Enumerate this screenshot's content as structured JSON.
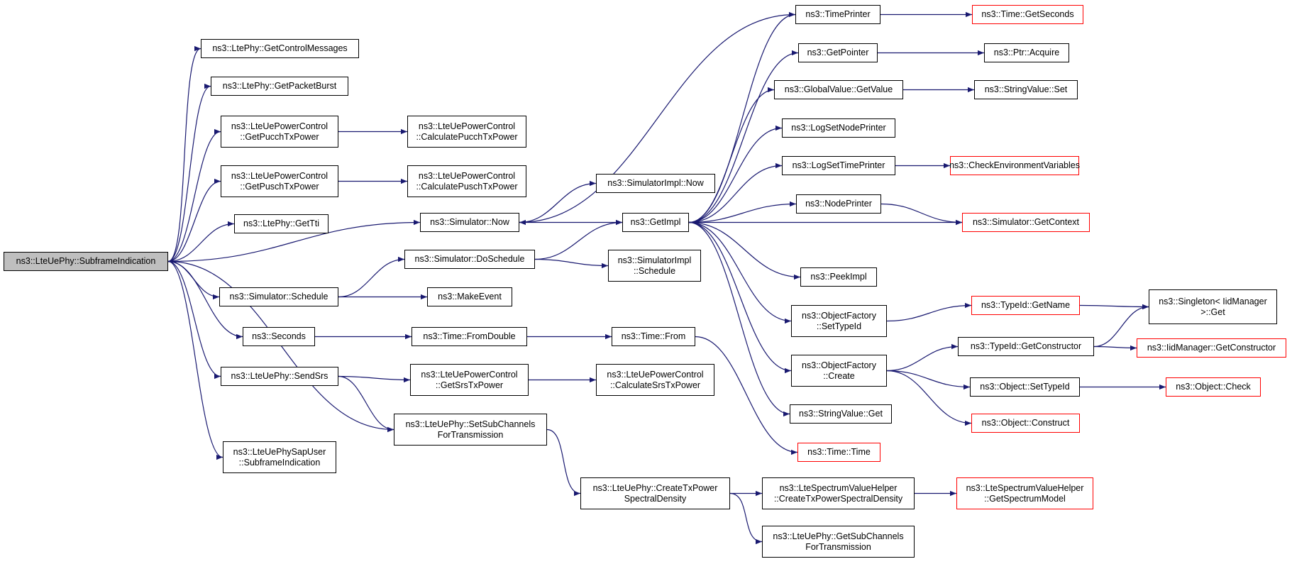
{
  "colors": {
    "edge": "#191970",
    "border": "#000000",
    "truncated_border": "#ff0000",
    "root_fill": "#bfbfbf"
  },
  "nodes": [
    {
      "id": "root",
      "lines": [
        "ns3::LteUePhy::SubframeIndication"
      ],
      "root": true
    },
    {
      "id": "getcontrolmessages",
      "lines": [
        "ns3::LtePhy::GetControlMessages"
      ]
    },
    {
      "id": "getpacketburst",
      "lines": [
        "ns3::LtePhy::GetPacketBurst"
      ]
    },
    {
      "id": "getpucchtxpower",
      "lines": [
        "ns3::LteUePowerControl",
        "::GetPucchTxPower"
      ]
    },
    {
      "id": "calcpucch",
      "lines": [
        "ns3::LteUePowerControl",
        "::CalculatePucchTxPower"
      ]
    },
    {
      "id": "getpuschtxpower",
      "lines": [
        "ns3::LteUePowerControl",
        "::GetPuschTxPower"
      ]
    },
    {
      "id": "calcpusch",
      "lines": [
        "ns3::LteUePowerControl",
        "::CalculatePuschTxPower"
      ]
    },
    {
      "id": "gettti",
      "lines": [
        "ns3::LtePhy::GetTti"
      ]
    },
    {
      "id": "simnow",
      "lines": [
        "ns3::Simulator::Now"
      ]
    },
    {
      "id": "simimplnow",
      "lines": [
        "ns3::SimulatorImpl::Now"
      ]
    },
    {
      "id": "getimpl",
      "lines": [
        "ns3::GetImpl"
      ]
    },
    {
      "id": "doschedule",
      "lines": [
        "ns3::Simulator::DoSchedule"
      ]
    },
    {
      "id": "simimplschedule",
      "lines": [
        "ns3::SimulatorImpl",
        "::Schedule"
      ]
    },
    {
      "id": "simschedule",
      "lines": [
        "ns3::Simulator::Schedule"
      ]
    },
    {
      "id": "makeevent",
      "lines": [
        "ns3::MakeEvent"
      ]
    },
    {
      "id": "seconds",
      "lines": [
        "ns3::Seconds"
      ]
    },
    {
      "id": "fromdouble",
      "lines": [
        "ns3::Time::FromDouble"
      ]
    },
    {
      "id": "timefrom",
      "lines": [
        "ns3::Time::From"
      ]
    },
    {
      "id": "sendsrs",
      "lines": [
        "ns3::LteUePhy::SendSrs"
      ]
    },
    {
      "id": "getsrstxpower",
      "lines": [
        "ns3::LteUePowerControl",
        "::GetSrsTxPower"
      ]
    },
    {
      "id": "calcsrs",
      "lines": [
        "ns3::LteUePowerControl",
        "::CalculateSrsTxPower"
      ]
    },
    {
      "id": "setsubchannels",
      "lines": [
        "ns3::LteUePhy::SetSubChannels",
        "ForTransmission"
      ]
    },
    {
      "id": "sapuser",
      "lines": [
        "ns3::LteUePhySapUser",
        "::SubframeIndication"
      ]
    },
    {
      "id": "createtxpsd",
      "lines": [
        "ns3::LteUePhy::CreateTxPower",
        "SpectralDensity"
      ]
    },
    {
      "id": "helpercreatepsd",
      "lines": [
        "ns3::LteSpectrumValueHelper",
        "::CreateTxPowerSpectralDensity"
      ]
    },
    {
      "id": "getspectrummodel",
      "lines": [
        "ns3::LteSpectrumValueHelper",
        "::GetSpectrumModel"
      ],
      "truncated": true
    },
    {
      "id": "getsubchannels",
      "lines": [
        "ns3::LteUePhy::GetSubChannels",
        "ForTransmission"
      ]
    },
    {
      "id": "timeprinter",
      "lines": [
        "ns3::TimePrinter"
      ]
    },
    {
      "id": "getseconds",
      "lines": [
        "ns3::Time::GetSeconds"
      ],
      "truncated": true
    },
    {
      "id": "getpointer",
      "lines": [
        "ns3::GetPointer"
      ]
    },
    {
      "id": "ptracquire",
      "lines": [
        "ns3::Ptr::Acquire"
      ]
    },
    {
      "id": "globalgetvalue",
      "lines": [
        "ns3::GlobalValue::GetValue"
      ]
    },
    {
      "id": "stringvalueset",
      "lines": [
        "ns3::StringValue::Set"
      ]
    },
    {
      "id": "lognodeprinter",
      "lines": [
        "ns3::LogSetNodePrinter"
      ]
    },
    {
      "id": "logtimeprinter",
      "lines": [
        "ns3::LogSetTimePrinter"
      ]
    },
    {
      "id": "checkenv",
      "lines": [
        "ns3::CheckEnvironmentVariables"
      ],
      "truncated": true
    },
    {
      "id": "nodeprinter",
      "lines": [
        "ns3::NodePrinter"
      ]
    },
    {
      "id": "getcontext",
      "lines": [
        "ns3::Simulator::GetContext"
      ],
      "truncated": true
    },
    {
      "id": "peekimpl",
      "lines": [
        "ns3::PeekImpl"
      ]
    },
    {
      "id": "ofsettypeid",
      "lines": [
        "ns3::ObjectFactory",
        "::SetTypeId"
      ]
    },
    {
      "id": "typeidgetname",
      "lines": [
        "ns3::TypeId::GetName"
      ],
      "truncated": true
    },
    {
      "id": "singletonget",
      "lines": [
        "ns3::Singleton< IidManager",
        ">::Get"
      ]
    },
    {
      "id": "ofcreate",
      "lines": [
        "ns3::ObjectFactory",
        "::Create"
      ]
    },
    {
      "id": "typeidgetctor",
      "lines": [
        "ns3::TypeId::GetConstructor"
      ]
    },
    {
      "id": "iidgetctor",
      "lines": [
        "ns3::IidManager::GetConstructor"
      ],
      "truncated": true
    },
    {
      "id": "objsettypeid",
      "lines": [
        "ns3::Object::SetTypeId"
      ]
    },
    {
      "id": "objcheck",
      "lines": [
        "ns3::Object::Check"
      ],
      "truncated": true
    },
    {
      "id": "objconstruct",
      "lines": [
        "ns3::Object::Construct"
      ],
      "truncated": true
    },
    {
      "id": "stringvalueget",
      "lines": [
        "ns3::StringValue::Get"
      ]
    },
    {
      "id": "timetime",
      "lines": [
        "ns3::Time::Time"
      ],
      "truncated": true
    }
  ],
  "edges": [
    [
      "root",
      "getcontrolmessages"
    ],
    [
      "root",
      "getpacketburst"
    ],
    [
      "root",
      "getpucchtxpower"
    ],
    [
      "root",
      "getpuschtxpower"
    ],
    [
      "root",
      "gettti"
    ],
    [
      "root",
      "simnow"
    ],
    [
      "root",
      "simschedule"
    ],
    [
      "root",
      "seconds"
    ],
    [
      "root",
      "sendsrs"
    ],
    [
      "root",
      "setsubchannels"
    ],
    [
      "root",
      "sapuser"
    ],
    [
      "getpucchtxpower",
      "calcpucch"
    ],
    [
      "getpuschtxpower",
      "calcpusch"
    ],
    [
      "simnow",
      "simimplnow"
    ],
    [
      "simnow",
      "getimpl"
    ],
    [
      "simschedule",
      "doschedule"
    ],
    [
      "simschedule",
      "makeevent"
    ],
    [
      "doschedule",
      "getimpl"
    ],
    [
      "doschedule",
      "simimplschedule"
    ],
    [
      "seconds",
      "fromdouble"
    ],
    [
      "fromdouble",
      "timefrom"
    ],
    [
      "timefrom",
      "timetime"
    ],
    [
      "sendsrs",
      "getsrstxpower"
    ],
    [
      "sendsrs",
      "setsubchannels"
    ],
    [
      "getsrstxpower",
      "calcsrs"
    ],
    [
      "setsubchannels",
      "createtxpsd"
    ],
    [
      "createtxpsd",
      "helpercreatepsd"
    ],
    [
      "createtxpsd",
      "getsubchannels"
    ],
    [
      "helpercreatepsd",
      "getspectrummodel"
    ],
    [
      "getimpl",
      "timeprinter"
    ],
    [
      "getimpl",
      "getpointer"
    ],
    [
      "getimpl",
      "globalgetvalue"
    ],
    [
      "getimpl",
      "lognodeprinter"
    ],
    [
      "getimpl",
      "logtimeprinter"
    ],
    [
      "getimpl",
      "nodeprinter"
    ],
    [
      "getimpl",
      "getcontext"
    ],
    [
      "getimpl",
      "peekimpl"
    ],
    [
      "getimpl",
      "ofsettypeid"
    ],
    [
      "getimpl",
      "ofcreate"
    ],
    [
      "getimpl",
      "stringvalueget"
    ],
    [
      "timeprinter",
      "simnow"
    ],
    [
      "timeprinter",
      "getseconds"
    ],
    [
      "getpointer",
      "ptracquire"
    ],
    [
      "globalgetvalue",
      "stringvalueset"
    ],
    [
      "logtimeprinter",
      "checkenv"
    ],
    [
      "nodeprinter",
      "getcontext"
    ],
    [
      "ofsettypeid",
      "typeidgetname"
    ],
    [
      "typeidgetname",
      "singletonget"
    ],
    [
      "ofcreate",
      "typeidgetctor"
    ],
    [
      "ofcreate",
      "objsettypeid"
    ],
    [
      "ofcreate",
      "objconstruct"
    ],
    [
      "typeidgetctor",
      "singletonget"
    ],
    [
      "typeidgetctor",
      "iidgetctor"
    ],
    [
      "objsettypeid",
      "objcheck"
    ]
  ]
}
